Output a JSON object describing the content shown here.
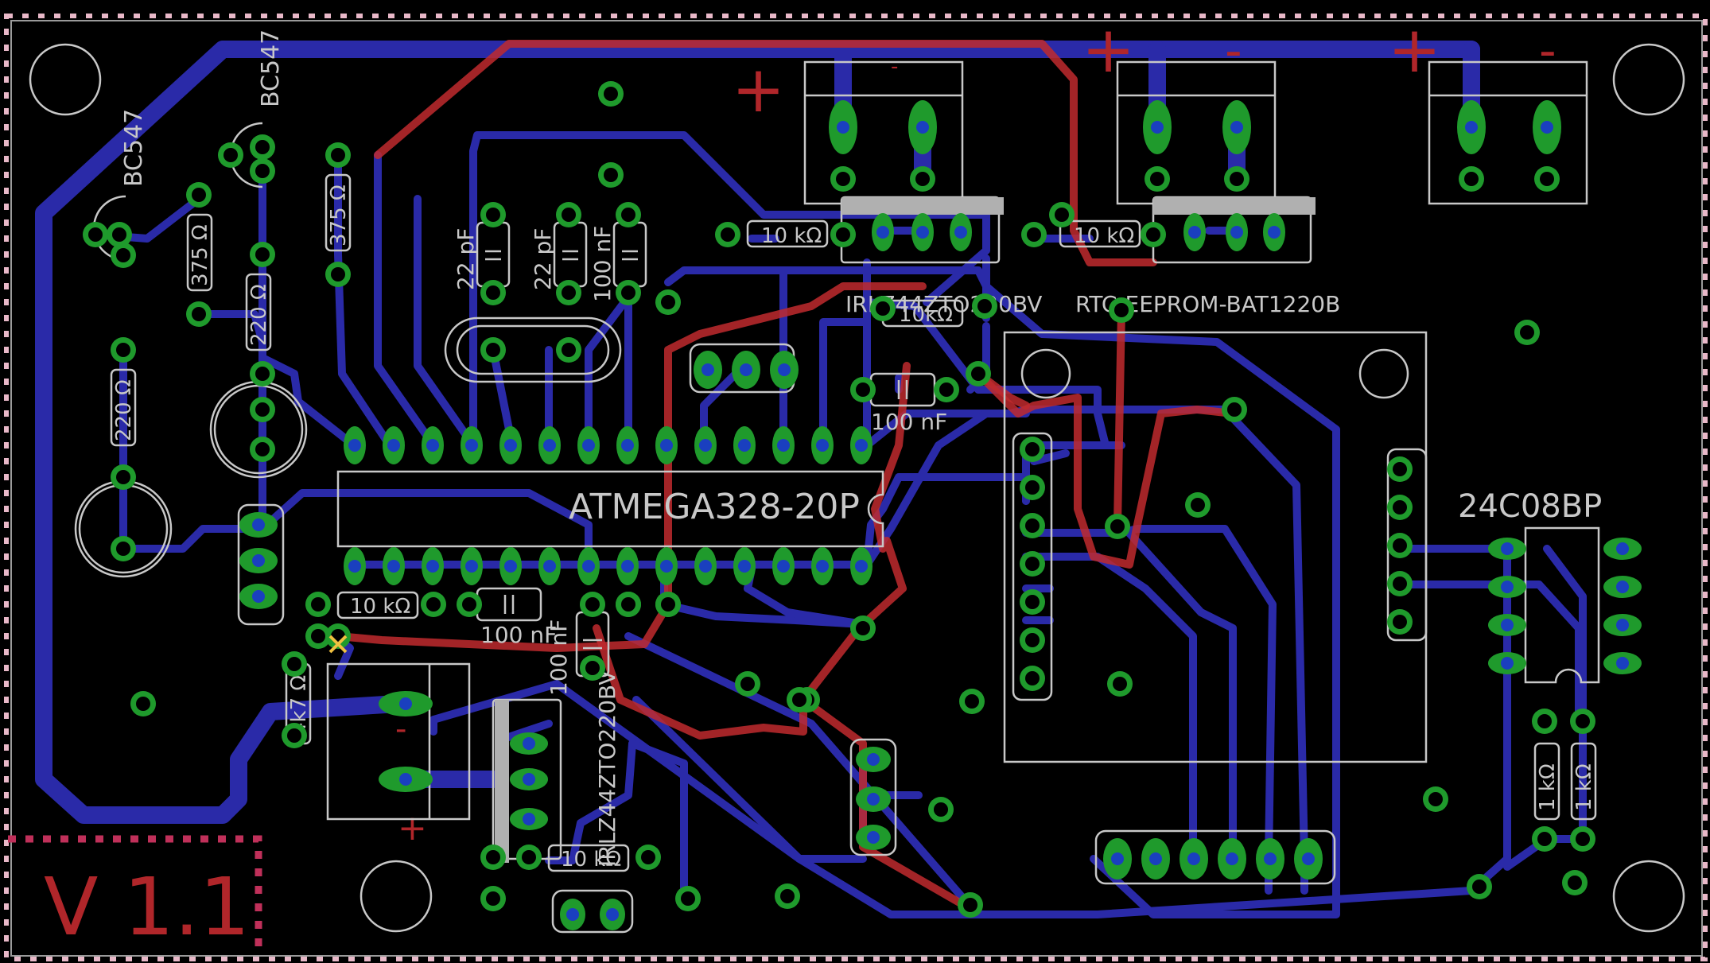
{
  "board": {
    "version_label": "V 1.1",
    "colors": {
      "background": "#000000",
      "bottom_copper": "#2a2aa8",
      "top_copper": "#c02a2e",
      "pad": "#1f9a2c",
      "silkscreen": "#c8c8c8",
      "dimension": "#e8b8c8"
    }
  },
  "components": {
    "mcu": "ATMEGA328-20P",
    "eeprom": "24C08BP",
    "transistor_1": "BC547",
    "transistor_2": "BC547",
    "mosfet_top": "IRLZ44ZTO220BV",
    "rtc_label": "RTC-EEPROM-BAT1220B",
    "mosfet_left": "IRLZ44ZTO220BV",
    "cap_1": "22 pF",
    "cap_2": "22 pF",
    "cap_3": "100 nF",
    "cap_4": "100 nF",
    "cap_5": "100 nF",
    "cap_6": "100 nF",
    "res_375_a": "375 Ω",
    "res_375_b": "375 Ω",
    "res_220_a": "220 Ω",
    "res_220_b": "220 Ω",
    "res_10k_a": "10 kΩ",
    "res_10k_b": "10 kΩ",
    "res_10k_c": "10 kΩ",
    "res_10k_d": "10 kΩ",
    "res_10k_e": "10kΩ",
    "res_4k7": "4k7 Ω",
    "res_1k_a": "1 kΩ",
    "res_1k_b": "1 kΩ"
  },
  "polarity": {
    "plus": "+",
    "minus": "-"
  }
}
